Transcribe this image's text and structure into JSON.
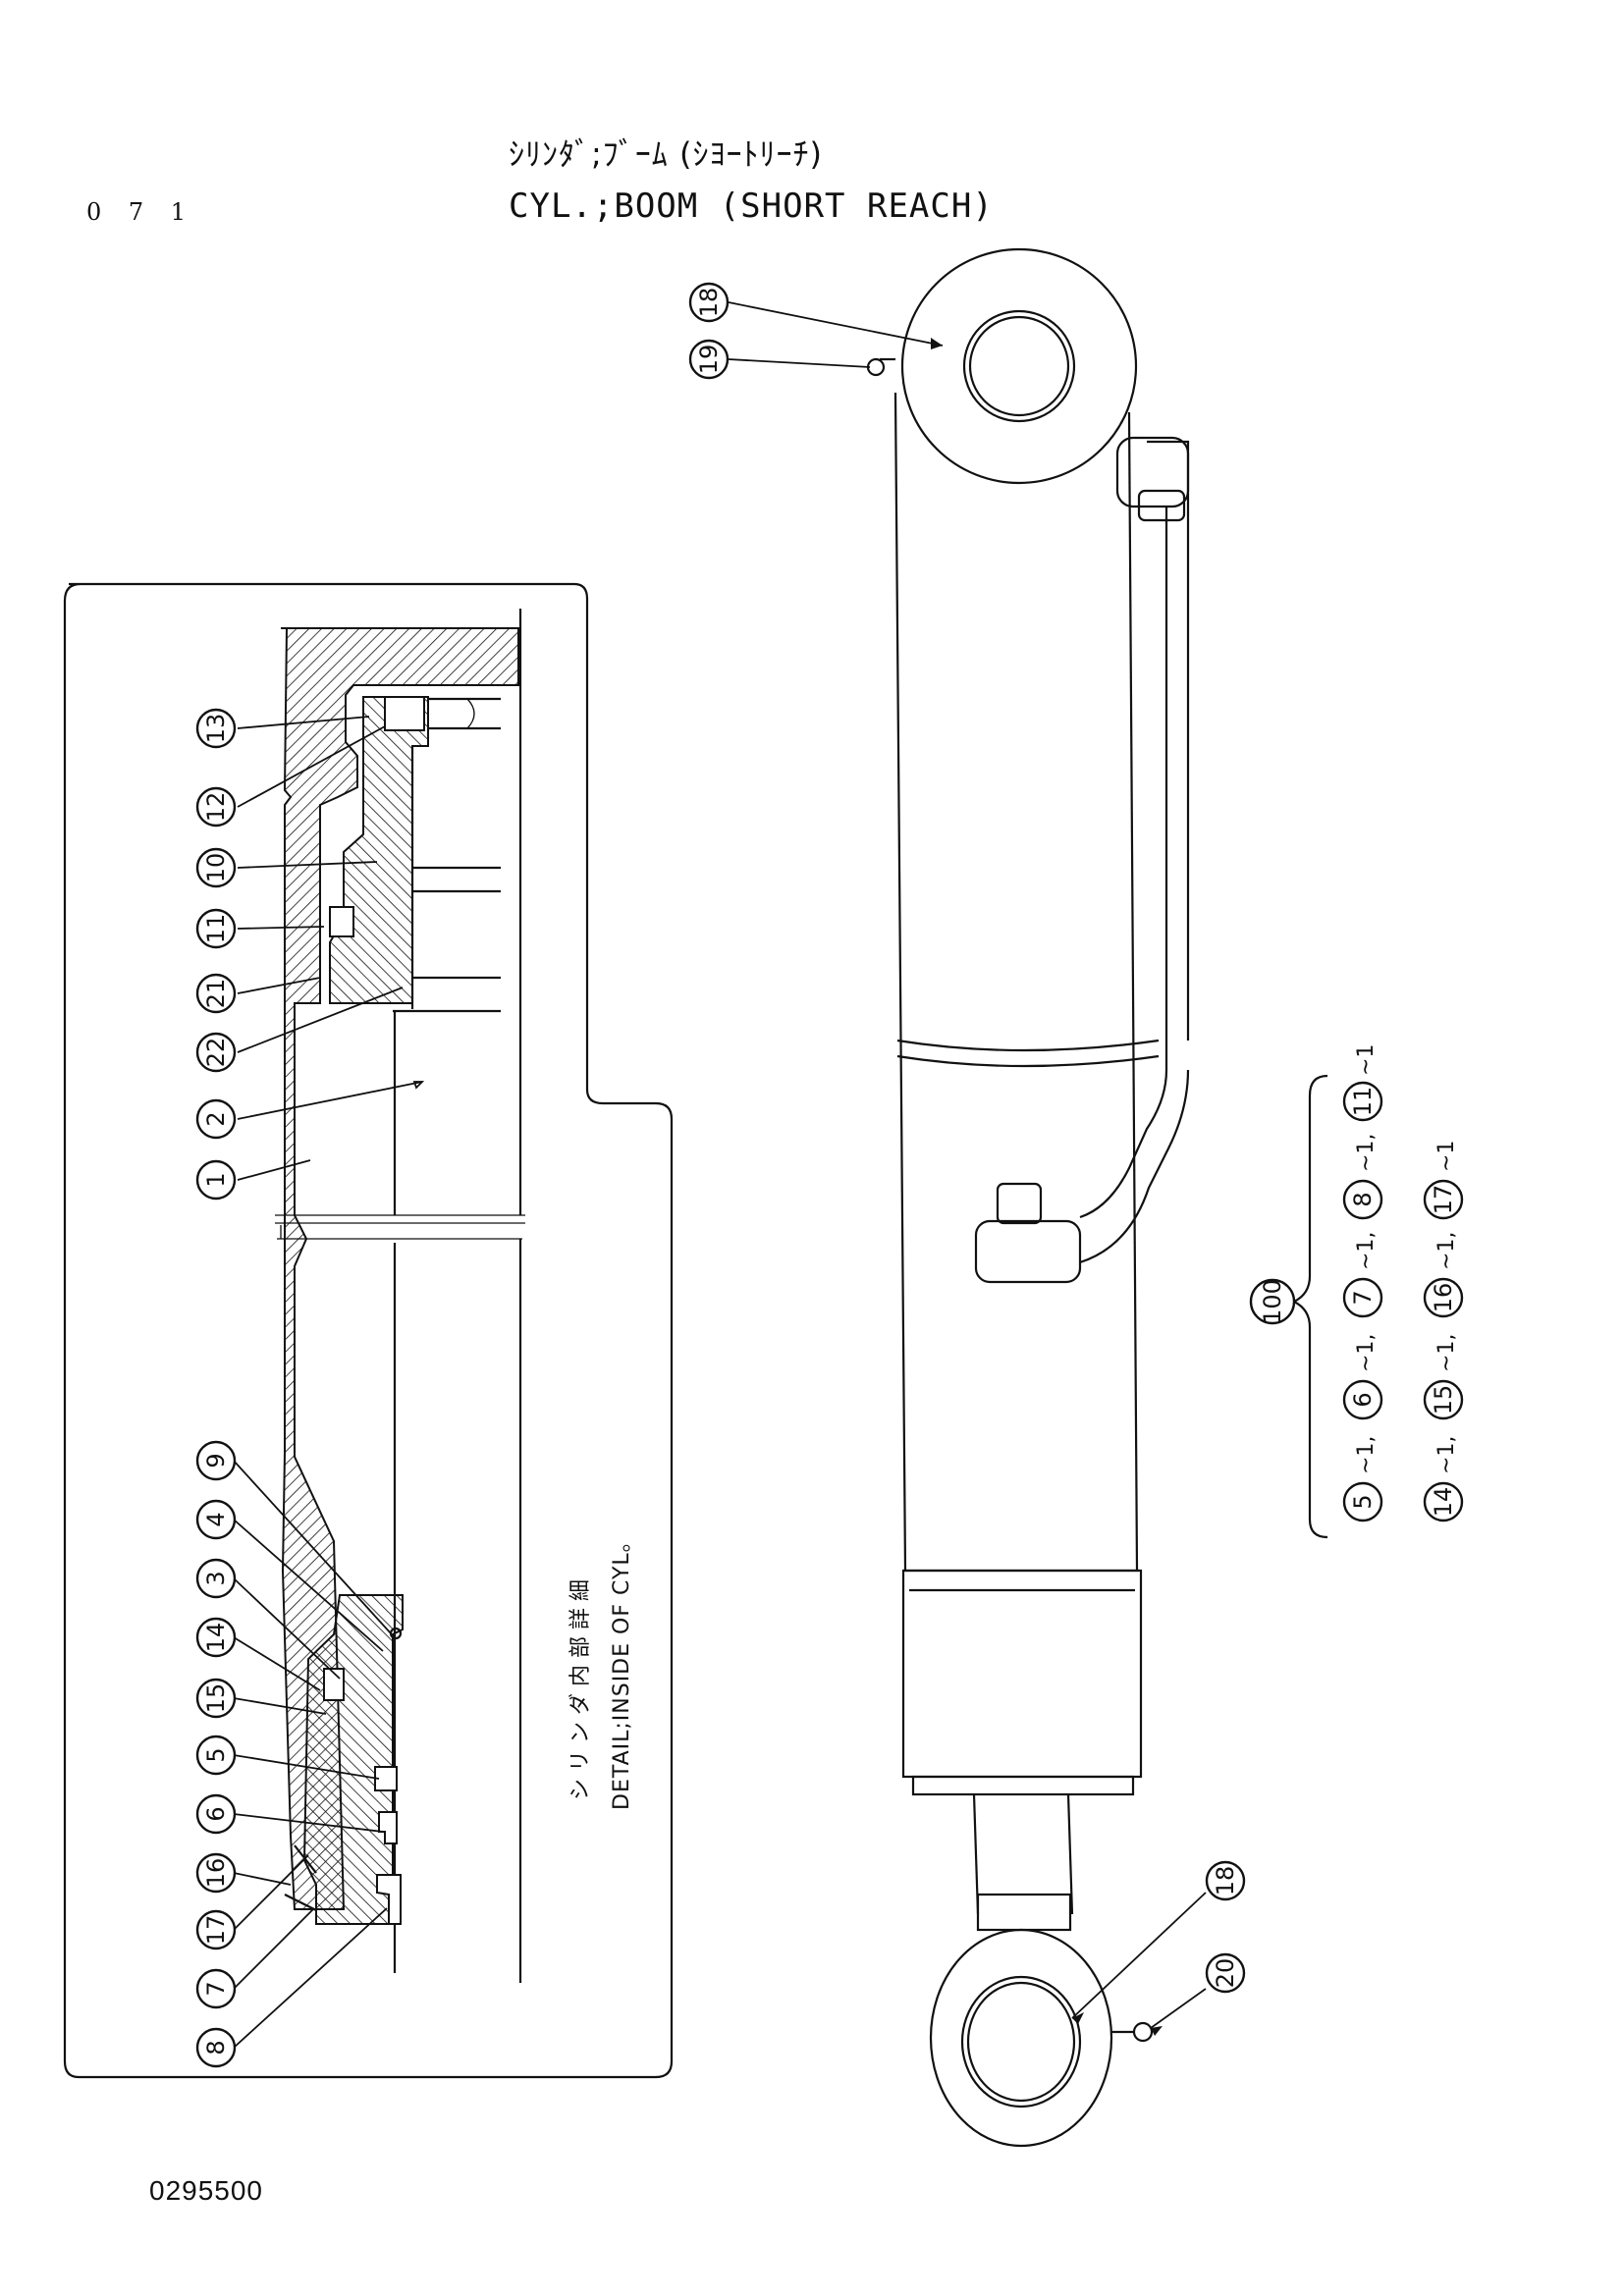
{
  "page_number": "0 7 1",
  "title": {
    "jp": "ｼﾘﾝﾀﾞ;ﾌﾞｰﾑ (ｼﾖｰﾄﾘｰﾁ)",
    "en": "CYL.;BOOM (SHORT REACH)"
  },
  "detail_caption": {
    "jp": "シ リ ン ダ 内 部 詳 細",
    "en": "DETAIL;INSIDE OF CYL。"
  },
  "drawing_number": "0295500",
  "callouts": {
    "c1": "1",
    "c2": "2",
    "c3": "3",
    "c4": "4",
    "c5": "5",
    "c6": "6",
    "c7": "7",
    "c8": "8",
    "c9": "9",
    "c10": "10",
    "c11": "11",
    "c12": "12",
    "c13": "13",
    "c14": "14",
    "c15": "15",
    "c16": "16",
    "c17": "17",
    "c18a": "18",
    "c18b": "18",
    "c19": "19",
    "c20": "20",
    "c21": "21",
    "c22": "22"
  },
  "seal_kit": {
    "kit_number": "100",
    "row1": [
      "5",
      "6",
      "7",
      "8",
      "11"
    ],
    "row2": [
      "14",
      "15",
      "16",
      "17"
    ],
    "suffix": "~1,",
    "suffix_last": "~1"
  }
}
